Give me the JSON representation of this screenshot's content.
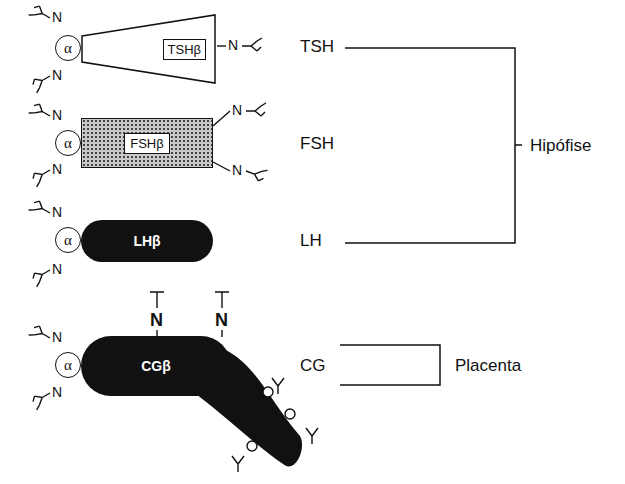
{
  "diagram": {
    "nodes": [
      {
        "text": [
          "α"
        ]
      },
      {
        "text": [
          "TSHβ"
        ]
      },
      {
        "text": [
          "α"
        ]
      },
      {
        "text": [
          "FSHβ"
        ]
      },
      {
        "text": [
          "α"
        ]
      },
      {
        "text": [
          "LHβ"
        ]
      },
      {
        "text": [
          "α"
        ]
      },
      {
        "text": [
          "CGβ"
        ]
      }
    ],
    "labels": [
      "N",
      "N",
      "TSH",
      "N",
      "N",
      "N",
      "FSH",
      "N",
      "N",
      "N",
      "LH",
      "Hipófise",
      "N",
      "N",
      "N",
      "N",
      "CG",
      "Placenta",
      "N"
    ]
  }
}
